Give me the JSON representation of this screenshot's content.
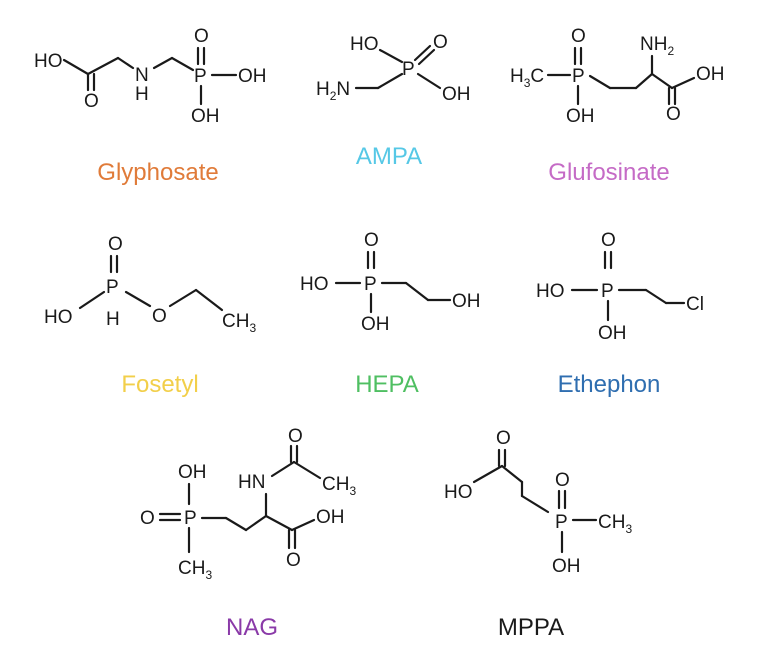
{
  "colors": {
    "ink": "#1a1a1a",
    "glyphosate": "#e07b39",
    "ampa": "#56c8e6",
    "glufosinate": "#c56bc6",
    "fosetyl": "#f2cf4a",
    "hepa": "#4fbf62",
    "ethephon": "#2f6eb0",
    "nag": "#8a3aa8",
    "mppa": "#1a1a1a"
  },
  "compounds": [
    {
      "name": "Glyphosate",
      "color_key": "glyphosate"
    },
    {
      "name": "AMPA",
      "color_key": "ampa"
    },
    {
      "name": "Glufosinate",
      "color_key": "glufosinate"
    },
    {
      "name": "Fosetyl",
      "color_key": "fosetyl"
    },
    {
      "name": "HEPA",
      "color_key": "hepa"
    },
    {
      "name": "Ethephon",
      "color_key": "ethephon"
    },
    {
      "name": "NAG",
      "color_key": "nag"
    },
    {
      "name": "MPPA",
      "color_key": "mppa"
    }
  ],
  "atoms": {
    "HO": "HO",
    "OH": "OH",
    "O": "O",
    "P": "P",
    "N": "N",
    "H": "H",
    "HN": "HN",
    "NH": "NH",
    "H2N": "H",
    "C": "C",
    "Cl": "Cl",
    "sub2": "2",
    "sub3": "3",
    "H3C_H": "H",
    "H3C_C": "C"
  }
}
